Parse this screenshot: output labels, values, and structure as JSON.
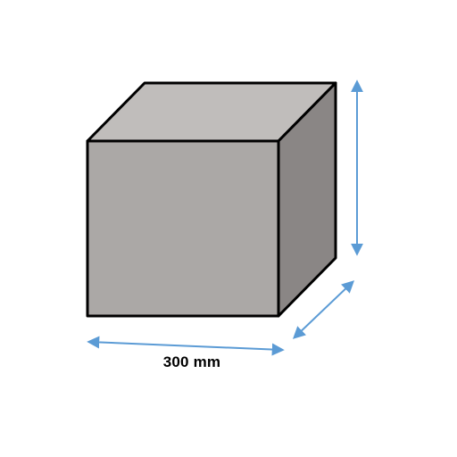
{
  "diagram": {
    "dimension_label": "300 mm",
    "colors": {
      "front_face": "#aba8a6",
      "top_face": "#c0bdbb",
      "side_face": "#8a8685",
      "edge": "#000000",
      "arrow": "#5b9bd5"
    },
    "icons": {
      "width_arrow": "double-arrow-horizontal",
      "height_arrow": "double-arrow-vertical",
      "depth_arrow": "double-arrow-diagonal"
    }
  }
}
